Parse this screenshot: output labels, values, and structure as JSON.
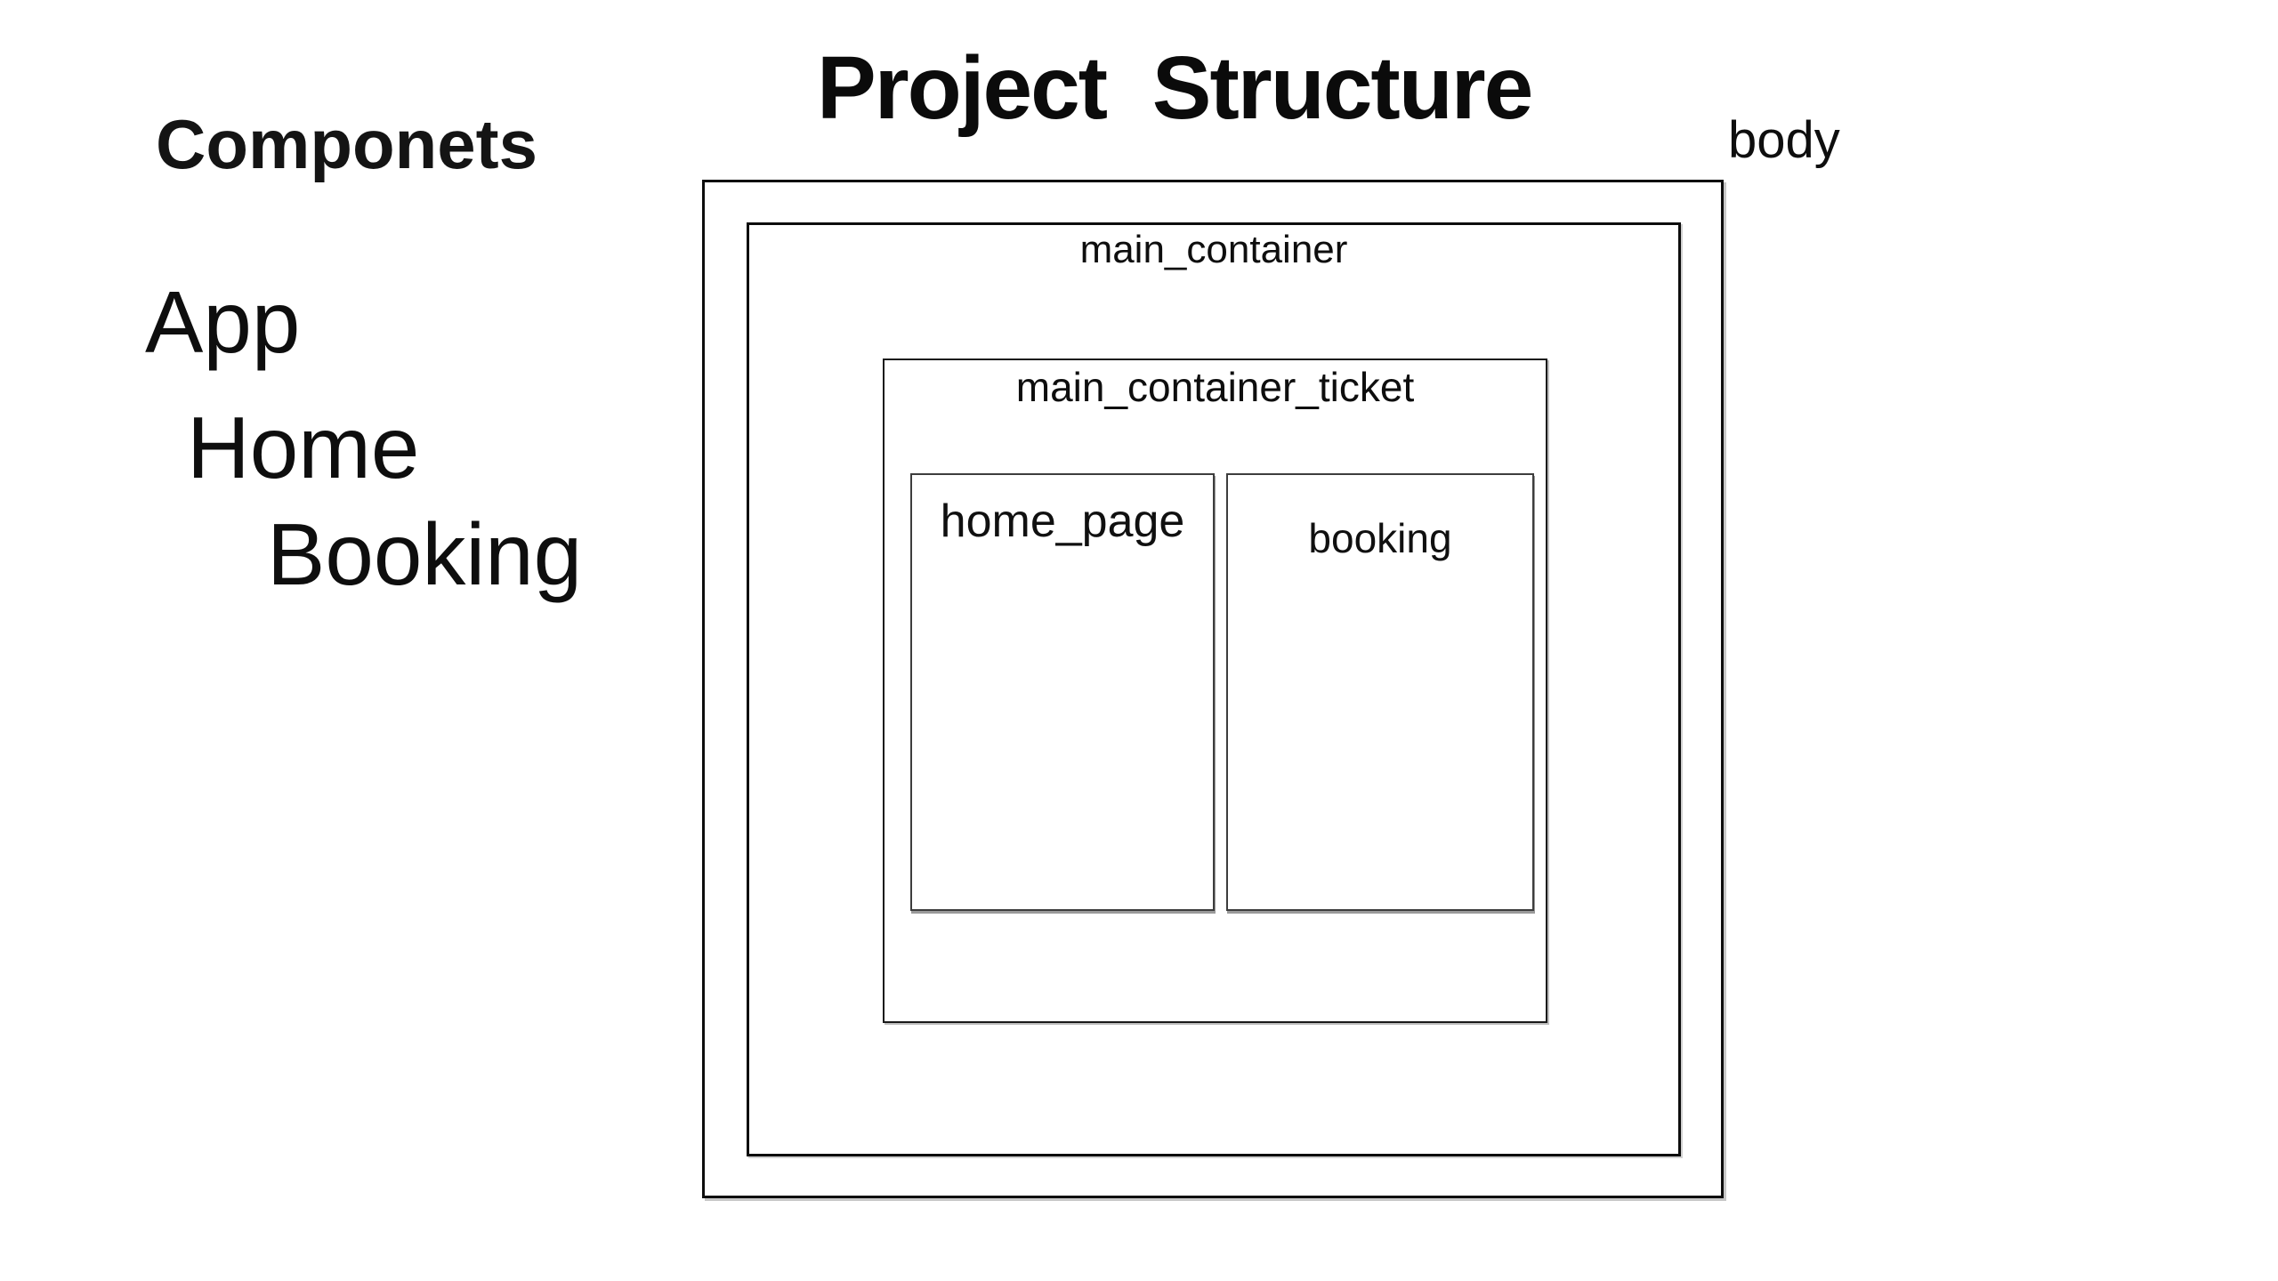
{
  "page": {
    "background": "#ffffff",
    "text_color": "#111111",
    "border_color": "#0d0d0d",
    "panel_border_color": "#3d3d3d",
    "shadow_color": "#9a9a9a"
  },
  "title": {
    "text": "Project Structure"
  },
  "components": {
    "heading": "Componets",
    "items": [
      {
        "label": "App"
      },
      {
        "label": "Home"
      },
      {
        "label": "Booking"
      }
    ]
  },
  "diagram": {
    "body": {
      "label": "body"
    },
    "main_container": {
      "label": "main_container"
    },
    "main_container_ticket": {
      "label": "main_container_ticket"
    },
    "panels": [
      {
        "label": "home_page"
      },
      {
        "label": "booking"
      }
    ]
  }
}
